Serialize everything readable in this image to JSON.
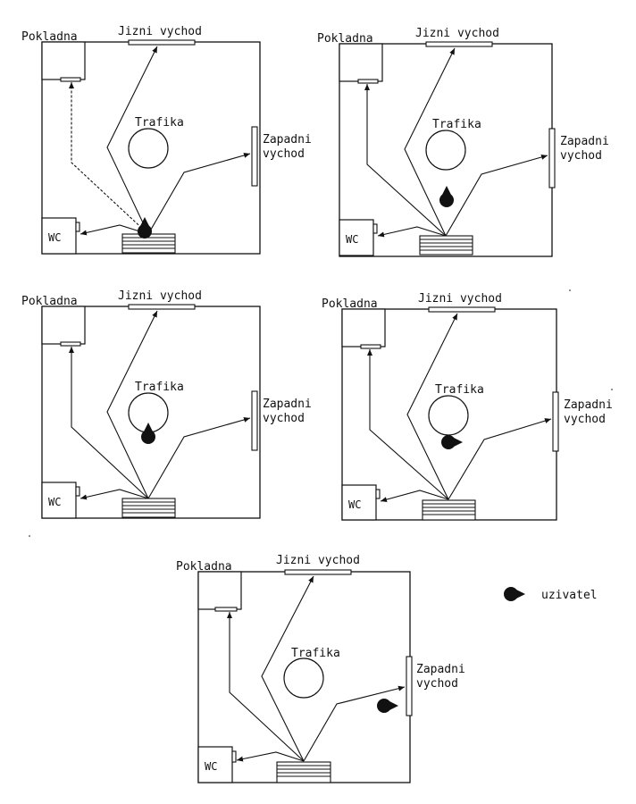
{
  "labels": {
    "pokladna": "Pokladna",
    "jizni": "Jizni vychod",
    "trafika": "Trafika",
    "zapadni_line1": "Zapadni",
    "zapadni_line2": "vychod",
    "wc": "WC",
    "legend": "uzivatel"
  },
  "panels": [
    {
      "id": "panel-1",
      "user_position": "stairs",
      "user_pointer": "up"
    },
    {
      "id": "panel-2",
      "user_position": "below-trafika",
      "user_pointer": "up"
    },
    {
      "id": "panel-3",
      "user_position": "trafika-bottom",
      "user_pointer": "up"
    },
    {
      "id": "panel-4",
      "user_position": "below-trafika",
      "user_pointer": "right"
    },
    {
      "id": "panel-5",
      "user_position": "near-zapadni",
      "user_pointer": "right"
    }
  ],
  "colors": {
    "ink": "#111111",
    "paper": "#ffffff"
  }
}
